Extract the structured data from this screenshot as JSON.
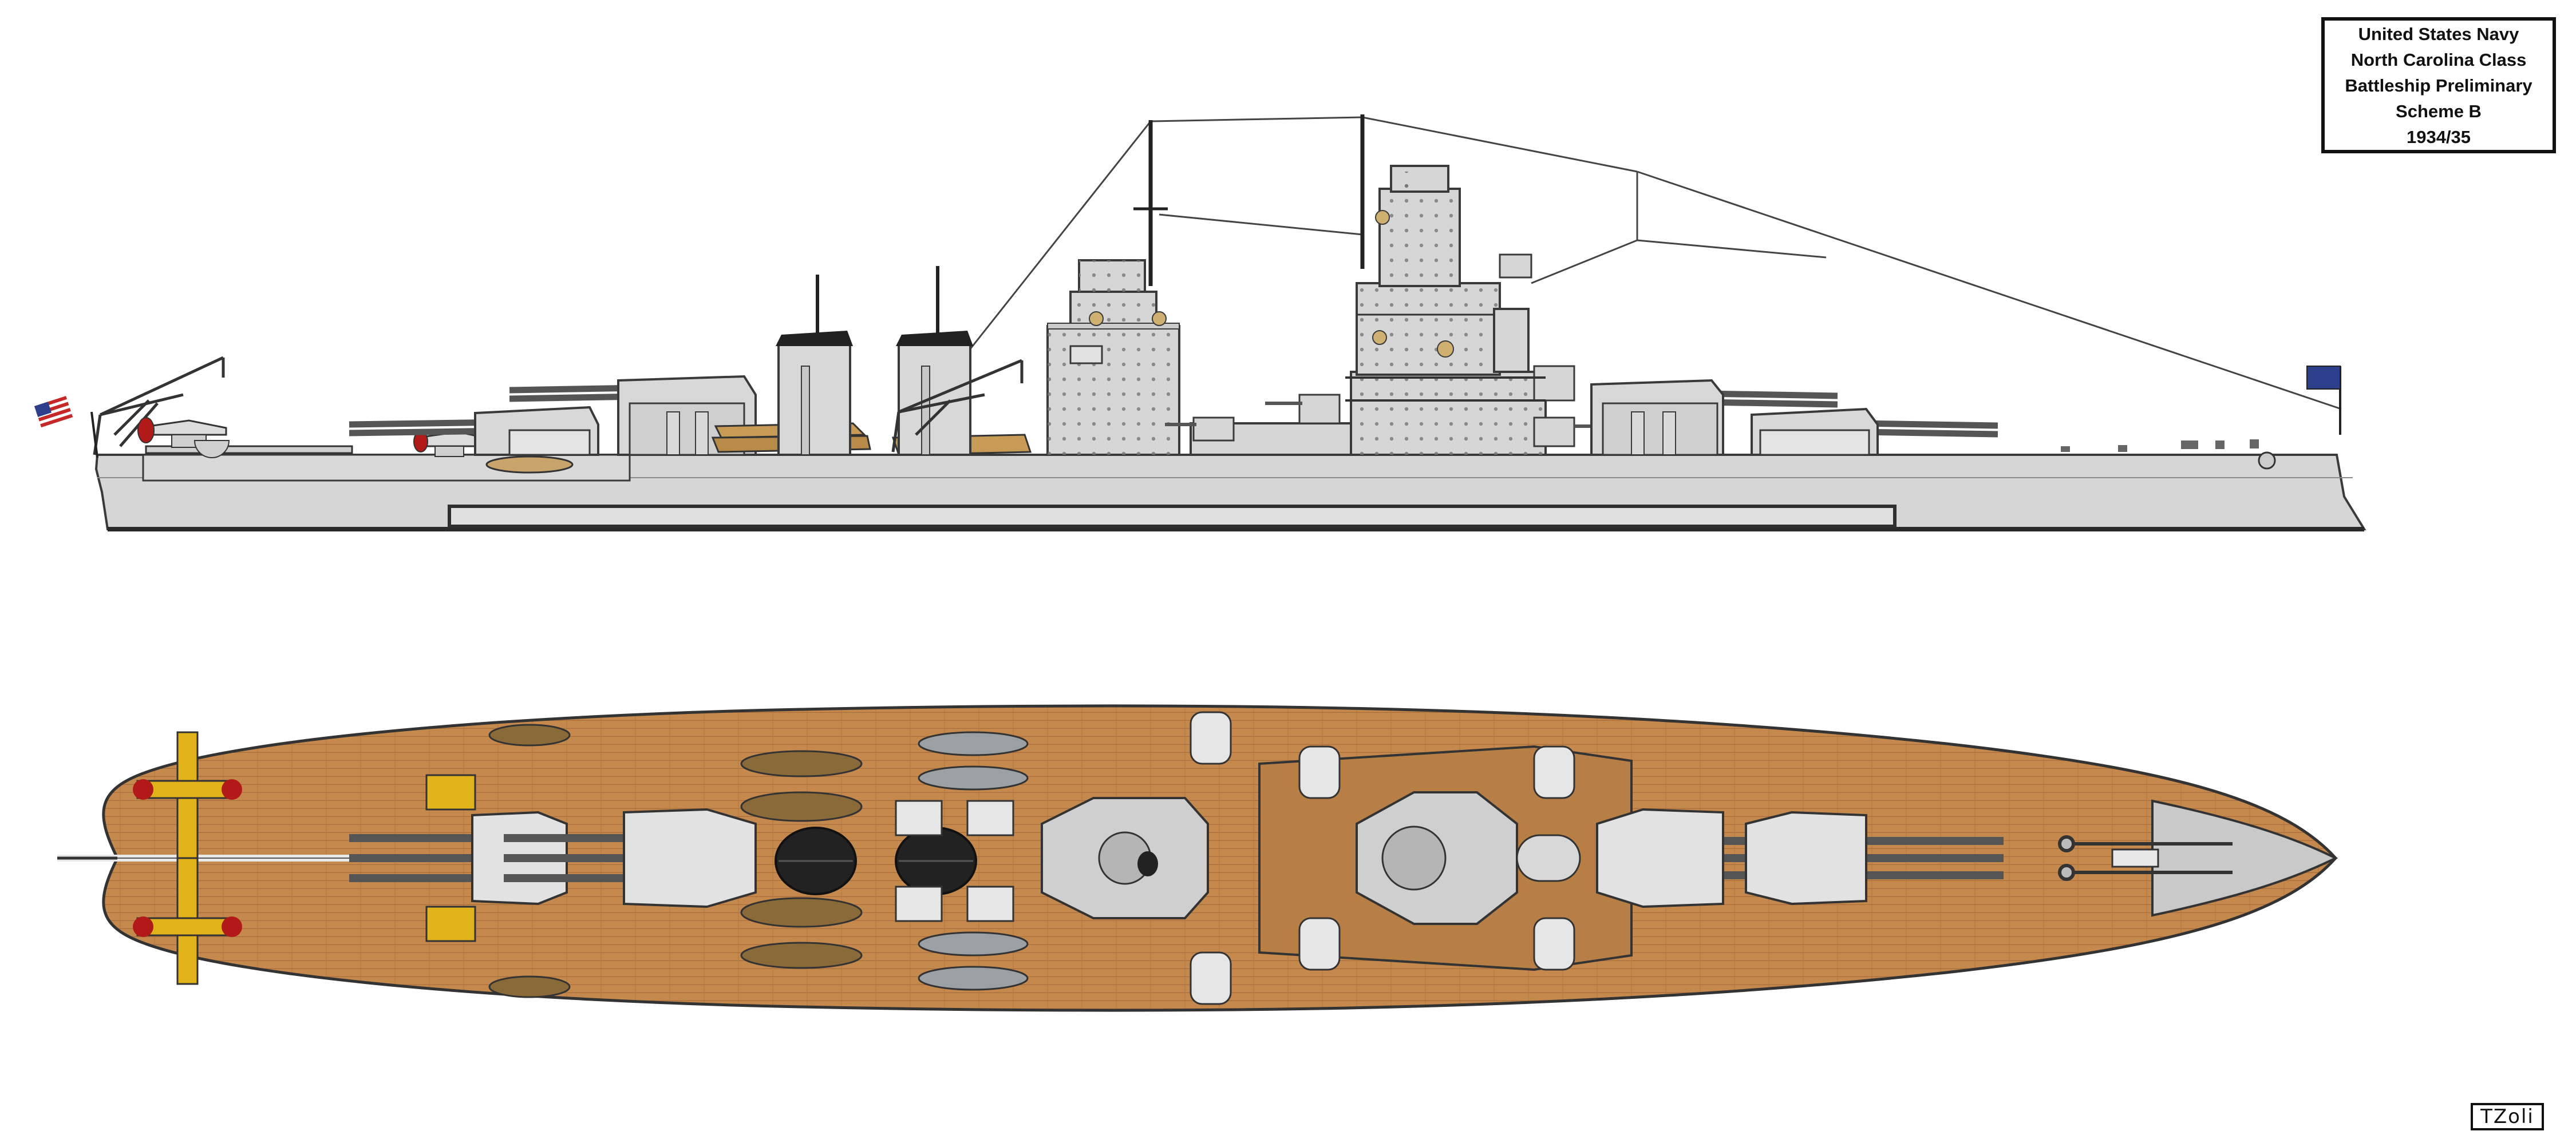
{
  "title_block": {
    "lines": [
      "United States Navy",
      "North Carolina Class",
      "Battleship Preliminary",
      "Scheme B",
      "1934/35"
    ]
  },
  "signature": "TZoli",
  "views": {
    "profile": "side-profile",
    "plan": "top-down-plan"
  },
  "colors": {
    "hull_gray": "#d6d6d6",
    "superstructure_gray": "#d2d2d2",
    "line_dark": "#3a3a3a",
    "deck_wood": "#c6894d",
    "deck_plank": "#a86f3c",
    "boot_topping": "#e0e0e0",
    "boat_wood": "#8b6a3a",
    "aircraft_yellow": "#e2b21a",
    "aircraft_red": "#b21a1a",
    "funnel_cap": "#222222",
    "flag_blue": "#2c3e8c",
    "flag_red": "#c62828"
  }
}
